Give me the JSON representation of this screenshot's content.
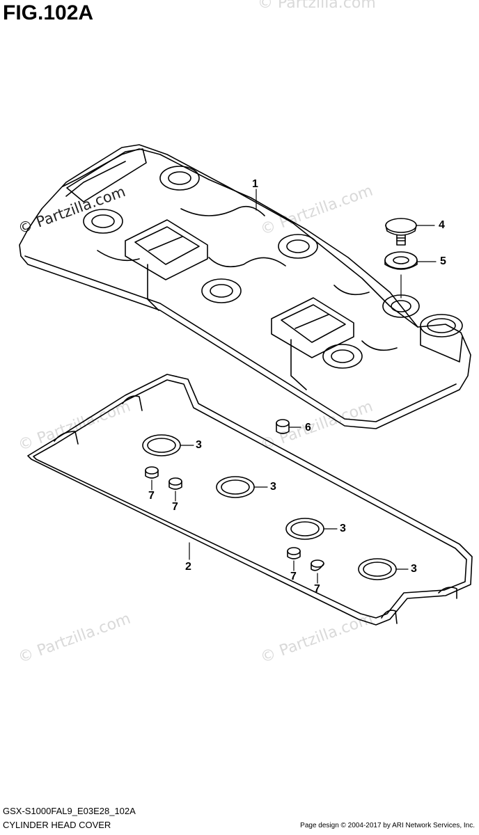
{
  "figure": {
    "title": "FIG.102A"
  },
  "watermark": {
    "text": "© Partzilla.com"
  },
  "callouts": [
    {
      "id": "c1",
      "label": "1"
    },
    {
      "id": "c2",
      "label": "2"
    },
    {
      "id": "c3a",
      "label": "3"
    },
    {
      "id": "c3b",
      "label": "3"
    },
    {
      "id": "c3c",
      "label": "3"
    },
    {
      "id": "c3d",
      "label": "3"
    },
    {
      "id": "c4",
      "label": "4"
    },
    {
      "id": "c5",
      "label": "5"
    },
    {
      "id": "c6",
      "label": "6"
    },
    {
      "id": "c7a",
      "label": "7"
    },
    {
      "id": "c7b",
      "label": "7"
    },
    {
      "id": "c7c",
      "label": "7"
    },
    {
      "id": "c7d",
      "label": "7"
    }
  ],
  "footer": {
    "model_code": "GSX-S1000FAL9_E03E28_102A",
    "part_name": "CYLINDER HEAD COVER",
    "copyright": "Page design © 2004-2017 by ARI Network Services, Inc."
  },
  "colors": {
    "line": "#000000",
    "watermark": "#d9d9d9"
  }
}
